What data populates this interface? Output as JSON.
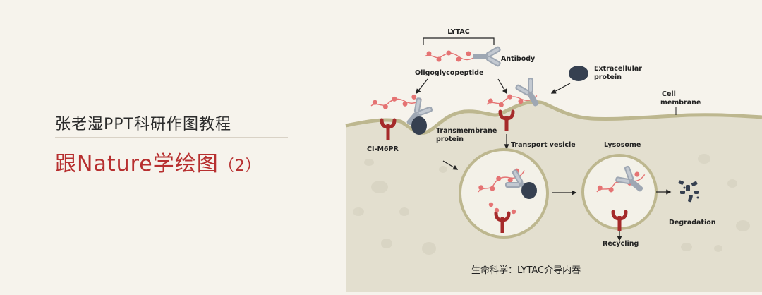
{
  "header": {
    "subtitle": "张老湿PPT科研作图教程",
    "title": "跟Nature学绘图",
    "part": "（2）"
  },
  "diagram": {
    "labels": {
      "lytac": "LYTAC",
      "antibody": "Antibody",
      "oligo": "Oligoglycopeptide",
      "extracellular_1": "Extracellular",
      "extracellular_2": "protein",
      "cell_1": "Cell",
      "cell_2": "membrane",
      "ci_m6pr": "CI-M6PR",
      "transmembrane_1": "Transmembrane",
      "transmembrane_2": "protein",
      "transport_vesicle": "Transport vesicle",
      "lysosome": "Lysosome",
      "degradation": "Degradation",
      "recycling": "Recycling"
    },
    "colors": {
      "cell_fill": "#e3dfcf",
      "membrane": "#bdb78f",
      "receptor": "#a52a2a",
      "glyco": "#e57373",
      "antibody": "#9ea7b3",
      "protein": "#364050"
    }
  },
  "caption": "生命科学：LYTAC介导内吞"
}
